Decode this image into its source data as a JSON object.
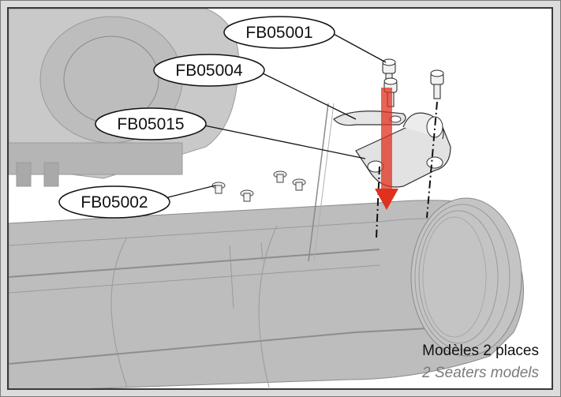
{
  "labels": {
    "fb05001": "FB05001",
    "fb05004": "FB05004",
    "fb05015": "FB05015",
    "fb05002": "FB05002"
  },
  "caption": {
    "fr": "Modèles 2 places",
    "en": "2 Seaters models"
  },
  "colors": {
    "arrow": "#e0301e",
    "frame_bg": "#dcdcdc",
    "panel_border": "#3a3a3a",
    "caption_en": "#7a7a7a"
  }
}
